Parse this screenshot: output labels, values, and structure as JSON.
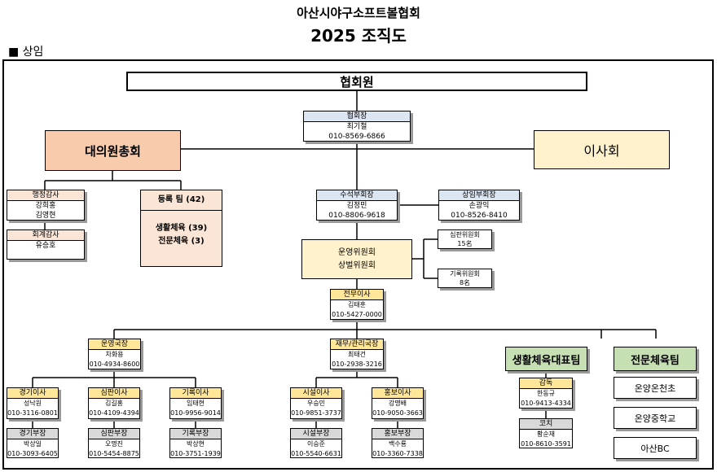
{
  "header": {
    "org": "아산시야구소프트볼협회",
    "title": "2025 조직도",
    "section": "■ 상임"
  },
  "colors": {
    "blue_header": "#dce6f2",
    "orange": "#f8cbad",
    "orange_light": "#fbe5d6",
    "yellow": "#fff2cc",
    "yellow_strong": "#ffe699",
    "green": "#c6e0b4",
    "gray": "#d9d9d9"
  },
  "top": {
    "label": "협회원"
  },
  "president": {
    "role": "협회장",
    "name": "최기철",
    "phone": "010-8569-6866"
  },
  "assembly": {
    "label": "대의원총회"
  },
  "board": {
    "label": "이사회"
  },
  "audit": {
    "role": "행정감사",
    "members": [
      "강희홍",
      "김영현"
    ]
  },
  "accounting_audit": {
    "role": "회계감사",
    "members": [
      "유승호"
    ]
  },
  "registration": {
    "title": "등록 팀 (42)",
    "lines": [
      "생활체육 (39)",
      "전문체육 (3)"
    ]
  },
  "senior_vp": {
    "role": "수석부회장",
    "name": "김정민",
    "phone": "010-8806-9618"
  },
  "standing_vp": {
    "role": "상임부회장",
    "name": "손광익",
    "phone": "010-8526-8410"
  },
  "committee": {
    "lines": [
      "운영위원회",
      "상벌위원회"
    ]
  },
  "umpire_committee": {
    "role": "심판위원회",
    "count": "15名"
  },
  "record_committee": {
    "role": "기록위원회",
    "count": "8名"
  },
  "executive": {
    "role": "전무이사",
    "name": "김태훈",
    "phone": "010-5427-0000"
  },
  "ops_director": {
    "role": "운영국장",
    "name": "차화용",
    "phone": "010-4934-8600"
  },
  "finance_director": {
    "role": "재무/관리국장",
    "name": "최태건",
    "phone": "010-2938-3216"
  },
  "directors": [
    {
      "role": "경기이사",
      "name": "성낙원",
      "phone": "010-3116-0801",
      "sub_role": "경기부장",
      "sub_name": "박상일",
      "sub_phone": "010-3093-6405"
    },
    {
      "role": "심판이사",
      "name": "김길홍",
      "phone": "010-4109-4394",
      "sub_role": "심판부장",
      "sub_name": "오명진",
      "sub_phone": "010-5454-8875"
    },
    {
      "role": "기록이사",
      "name": "임태현",
      "phone": "010-9956-9014",
      "sub_role": "기록부장",
      "sub_name": "박상현",
      "sub_phone": "010-3751-1939"
    },
    {
      "role": "시설이사",
      "name": "우승민",
      "phone": "010-9851-3737",
      "sub_role": "시설부장",
      "sub_name": "이승준",
      "sub_phone": "010-5540-6631"
    },
    {
      "role": "홍보이사",
      "name": "강명배",
      "phone": "010-9050-3663",
      "sub_role": "홍보부장",
      "sub_name": "백수룡",
      "sub_phone": "010-3360-7338"
    }
  ],
  "life_team": {
    "label": "생활체육대표팀"
  },
  "life_manager": {
    "role": "감독",
    "name": "한동규",
    "phone": "010-9413-4334"
  },
  "life_coach": {
    "role": "코치",
    "name": "황순재",
    "phone": "010-8610-3591"
  },
  "pro_team": {
    "label": "전문체육팀",
    "schools": [
      "온양온천초",
      "온양중학교",
      "아산BC"
    ]
  }
}
